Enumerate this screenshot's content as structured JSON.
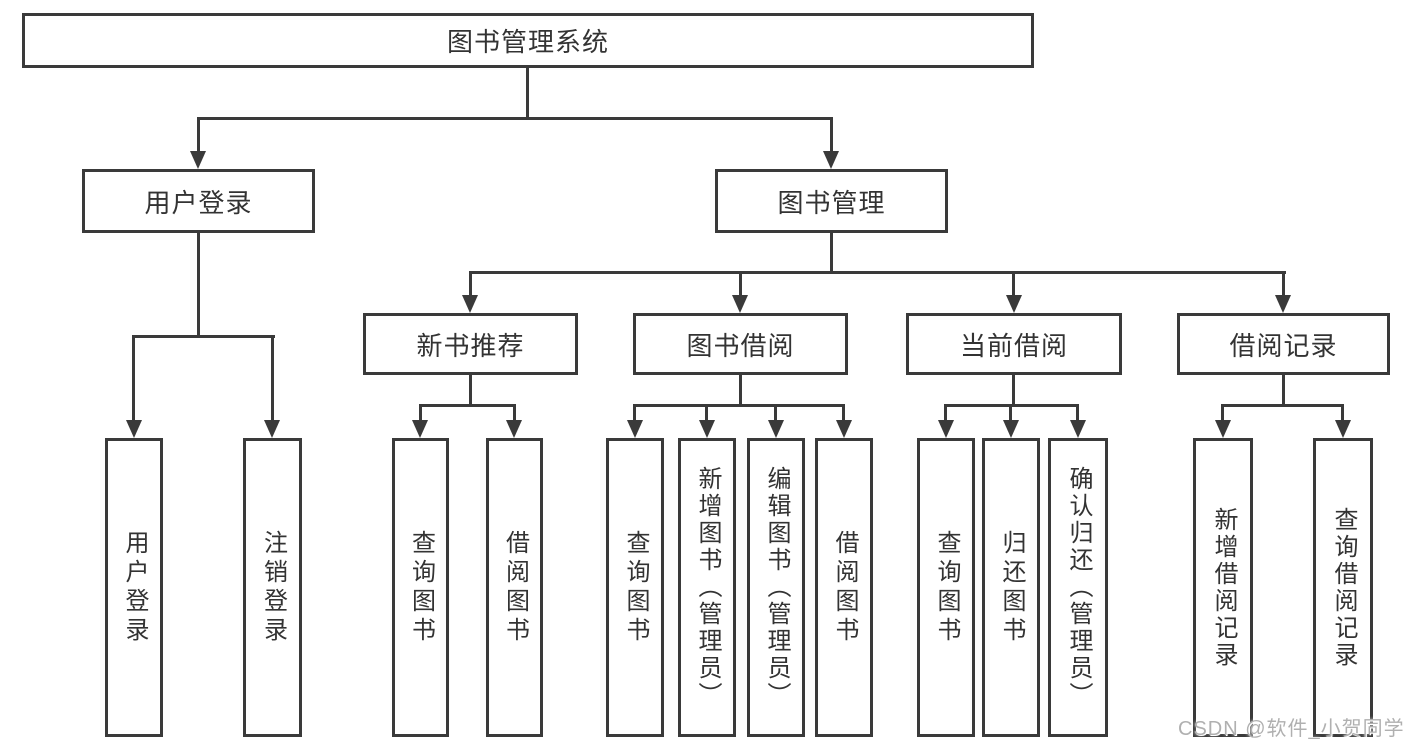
{
  "diagram": {
    "root": {
      "label": "图书管理系统"
    },
    "branches": [
      {
        "label": "用户登录",
        "children": [
          {
            "label": "用户登录"
          },
          {
            "label": "注销登录"
          }
        ]
      },
      {
        "label": "图书管理",
        "children": [
          {
            "label": "新书推荐",
            "children": [
              {
                "label": "查询图书"
              },
              {
                "label": "借阅图书"
              }
            ]
          },
          {
            "label": "图书借阅",
            "children": [
              {
                "label": "查询图书"
              },
              {
                "label": "新增图书（管理员）"
              },
              {
                "label": "编辑图书（管理员）"
              },
              {
                "label": "借阅图书"
              }
            ]
          },
          {
            "label": "当前借阅",
            "children": [
              {
                "label": "查询图书"
              },
              {
                "label": "归还图书"
              },
              {
                "label": "确认归还（管理员）"
              }
            ]
          },
          {
            "label": "借阅记录",
            "children": [
              {
                "label": "新增借阅记录"
              },
              {
                "label": "查询借阅记录"
              }
            ]
          }
        ]
      }
    ],
    "watermark": "CSDN @软件_小贺同学",
    "colors": {
      "line": "#3a3a3a",
      "text": "#333333",
      "background": "#ffffff",
      "watermark": "#b0b0b0"
    }
  }
}
